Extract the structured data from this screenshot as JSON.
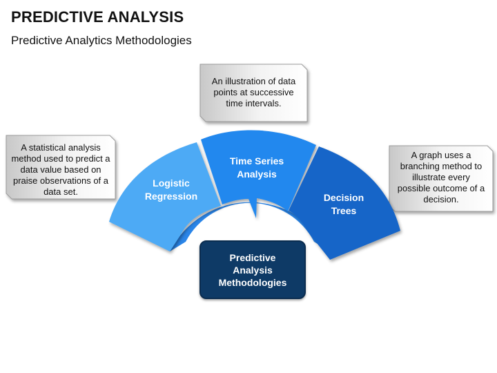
{
  "title": "PREDICTIVE ANALYSIS",
  "subtitle": "Predictive Analytics Methodologies",
  "center": {
    "label": "Predictive\nAnalysis\nMethodologies"
  },
  "segments": [
    {
      "label": "Logistic\nRegression",
      "color": "#4daaf5"
    },
    {
      "label": "Time Series\nAnalysis",
      "color": "#2288ee"
    },
    {
      "label": "Decision\nTrees",
      "color": "#1565c8"
    }
  ],
  "notes": {
    "left": "A statistical analysis\nmethod used to predict a\ndata value based on\npraise observations of a\ndata set.",
    "top": "An illustration of data\npoints at successive\ntime intervals.",
    "right": "A graph uses a\nbranching method to\nillustrate every\npossible outcome of a\ndecision."
  },
  "colors": {
    "inner_ring": "#2a85e8",
    "center_fill": "#0e3a66"
  }
}
